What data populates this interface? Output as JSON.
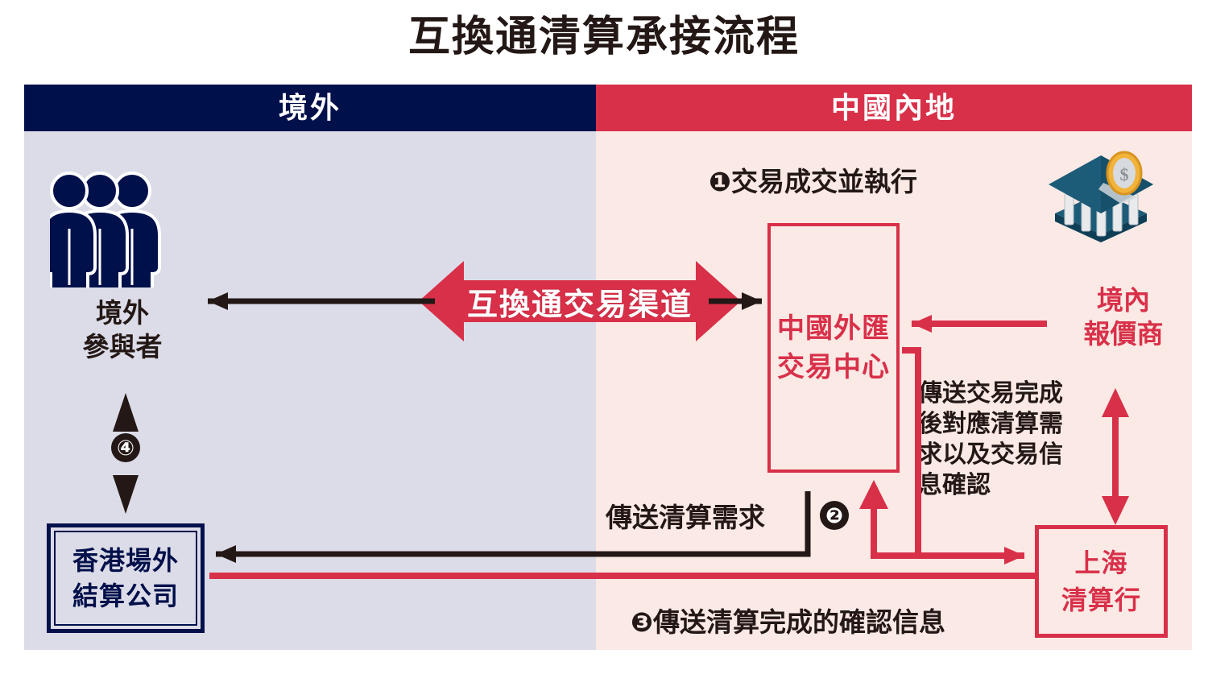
{
  "title": "互換通清算承接流程",
  "panels": {
    "left": {
      "header": "境外",
      "header_bg": "#00104a",
      "bg": "#dcdce8"
    },
    "right": {
      "header": "中國內地",
      "header_bg": "#d93049",
      "bg": "#fae9e5"
    }
  },
  "nodes": {
    "offshore_participants": {
      "label_line1": "境外",
      "label_line2": "參與者",
      "icon": "three-people-icon",
      "color": "#00104a"
    },
    "hk_clearing": {
      "label_line1": "香港場外",
      "label_line2": "結算公司",
      "color": "#00104a"
    },
    "cfets": {
      "label_line1": "中國外匯",
      "label_line2": "交易中心",
      "color": "#d93049"
    },
    "onshore_dealer": {
      "label_line1": "境內",
      "label_line2": "報價商",
      "icon": "bank-icon",
      "color": "#d93049"
    },
    "shanghai_clearing": {
      "label_line1": "上海",
      "label_line2": "清算行",
      "color": "#d93049"
    }
  },
  "channel": {
    "label": "互換通交易渠道",
    "color": "#d93049",
    "text_color": "#ffffff"
  },
  "steps": {
    "one": {
      "marker": "❶",
      "text": "交易成交並執行"
    },
    "two": {
      "marker": "❷",
      "text": "傳送清算需求"
    },
    "three": {
      "marker": "❸",
      "text": "傳送清算完成的確認信息"
    },
    "four": {
      "marker": "④"
    }
  },
  "annotations": {
    "trade_confirm": "傳送交易完成後對應清算需求以及交易信息確認",
    "trade_confirm_lines": [
      "傳送交易完成",
      "後對應清算需",
      "求以及交易信",
      "息確認"
    ]
  },
  "colors": {
    "navy": "#00104a",
    "red": "#d93049",
    "ink": "#231815",
    "left_bg": "#dcdce8",
    "right_bg": "#fae9e5"
  }
}
